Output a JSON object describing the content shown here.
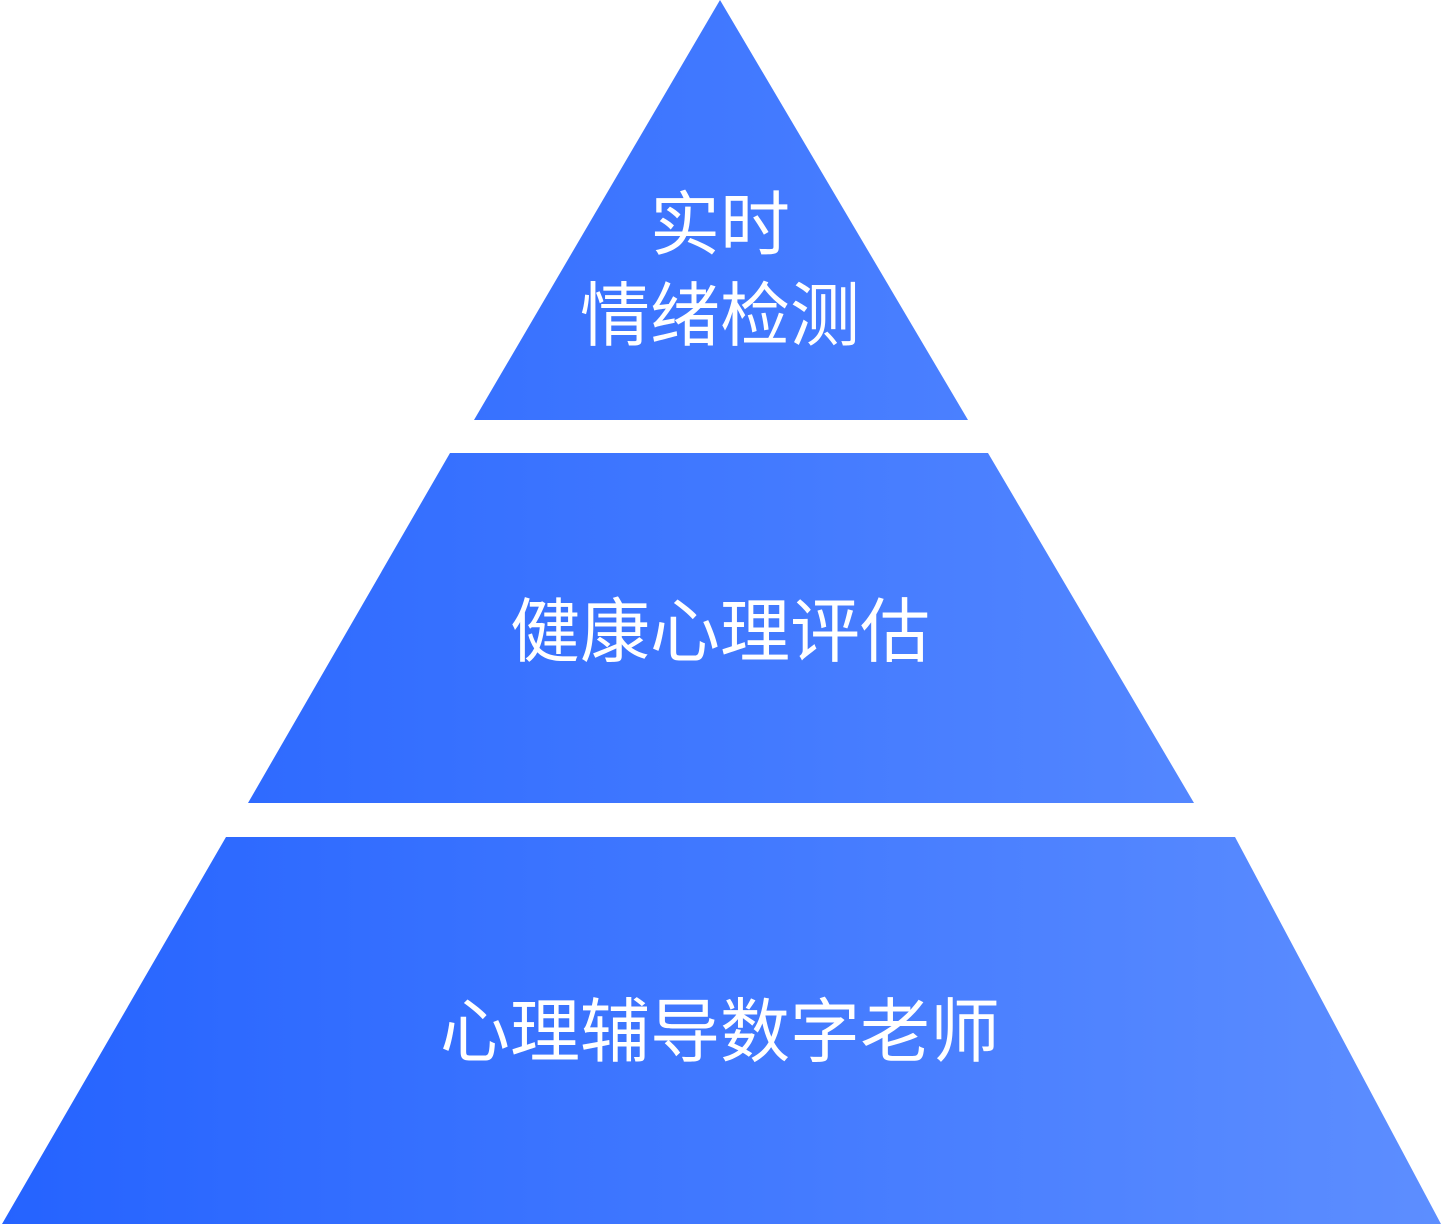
{
  "diagram": {
    "type": "pyramid",
    "tiers": [
      {
        "id": "top",
        "lines": [
          "实时",
          "情绪检测"
        ]
      },
      {
        "id": "middle",
        "lines": [
          "健康心理评估"
        ]
      },
      {
        "id": "bottom",
        "lines": [
          "心理辅导数字老师"
        ]
      }
    ]
  },
  "colors": {
    "gradient_start": "#2563ff",
    "gradient_end": "#5d8eff",
    "label": "#ffffff",
    "background": "#ffffff"
  }
}
